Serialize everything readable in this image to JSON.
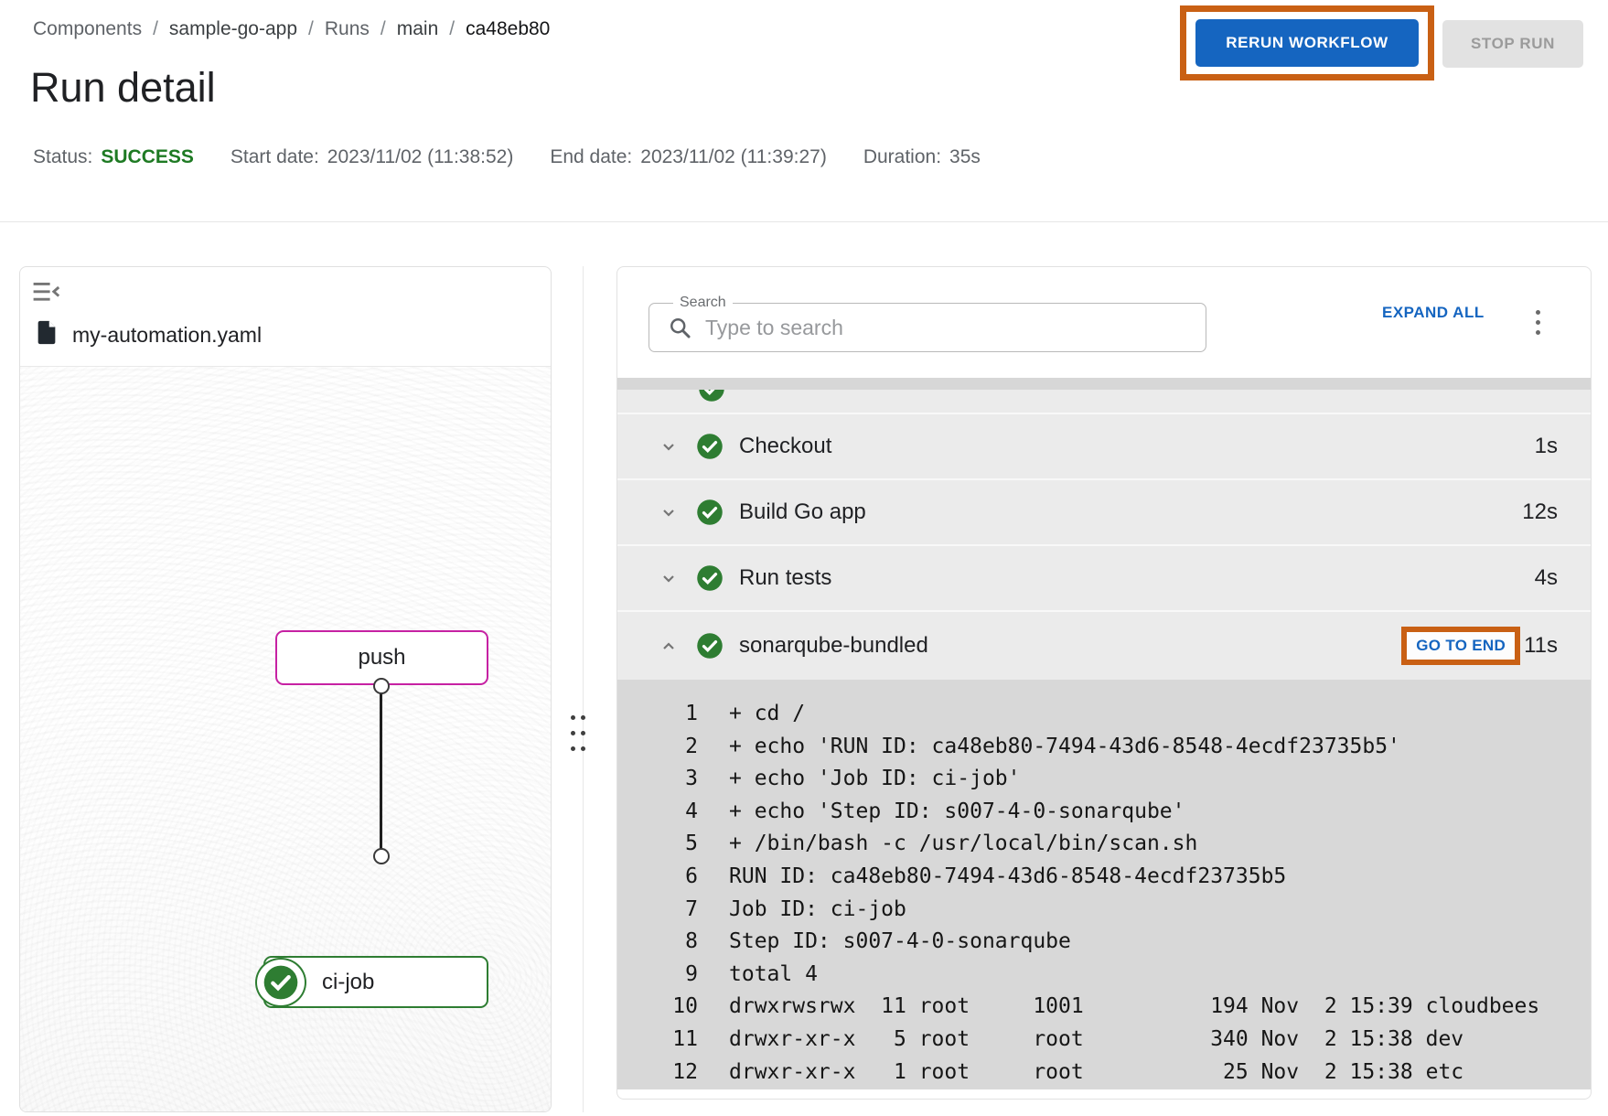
{
  "breadcrumb": {
    "separator": "/",
    "items": [
      "Components",
      "sample-go-app",
      "Runs",
      "main",
      "ca48eb80"
    ]
  },
  "header": {
    "title": "Run detail",
    "actions": {
      "rerun_label": "RERUN WORKFLOW",
      "stop_label": "STOP RUN"
    },
    "status": {
      "label": "Status:",
      "value": "SUCCESS",
      "start_label": "Start date:",
      "start_value": "2023/11/02 (11:38:52)",
      "end_label": "End date:",
      "end_value": "2023/11/02 (11:39:27)",
      "duration_label": "Duration:",
      "duration_value": "35s"
    }
  },
  "workflow_panel": {
    "file_name": "my-automation.yaml",
    "nodes": [
      {
        "id": "push",
        "label": "push",
        "type": "trigger"
      },
      {
        "id": "ci-job",
        "label": "ci-job",
        "type": "job",
        "status": "success"
      }
    ],
    "edges": [
      {
        "from": "push",
        "to": "ci-job"
      }
    ]
  },
  "steps_panel": {
    "search": {
      "label": "Search",
      "placeholder": "Type to search"
    },
    "expand_all_label": "EXPAND ALL",
    "steps": [
      {
        "name": "Checkout",
        "duration": "1s",
        "status": "success",
        "expanded": false
      },
      {
        "name": "Build Go app",
        "duration": "12s",
        "status": "success",
        "expanded": false
      },
      {
        "name": "Run tests",
        "duration": "4s",
        "status": "success",
        "expanded": false
      },
      {
        "name": "sonarqube-bundled",
        "duration": "11s",
        "status": "success",
        "expanded": true,
        "go_to_end_label": "GO TO END"
      }
    ],
    "log_lines": [
      {
        "num": "1",
        "text": "+ cd /"
      },
      {
        "num": "2",
        "text": "+ echo 'RUN ID: ca48eb80-7494-43d6-8548-4ecdf23735b5'"
      },
      {
        "num": "3",
        "text": "+ echo 'Job ID: ci-job'"
      },
      {
        "num": "4",
        "text": "+ echo 'Step ID: s007-4-0-sonarqube'"
      },
      {
        "num": "5",
        "text": "+ /bin/bash -c /usr/local/bin/scan.sh"
      },
      {
        "num": "6",
        "text": "RUN ID: ca48eb80-7494-43d6-8548-4ecdf23735b5"
      },
      {
        "num": "7",
        "text": "Job ID: ci-job"
      },
      {
        "num": "8",
        "text": "Step ID: s007-4-0-sonarqube"
      },
      {
        "num": "9",
        "text": "total 4"
      },
      {
        "num": "10",
        "text": "drwxrwsrwx  11 root     1001          194 Nov  2 15:39 cloudbees"
      },
      {
        "num": "11",
        "text": "drwxr-xr-x   5 root     root          340 Nov  2 15:38 dev"
      },
      {
        "num": "12",
        "text": "drwxr-xr-x   1 root     root           25 Nov  2 15:38 etc"
      }
    ]
  },
  "icons": {
    "collapse-panel-icon": "menu-with-left-chevron",
    "file-icon": "dark document with folded corner",
    "search-icon": "magnifier",
    "kebab-icon": "three vertical dots",
    "chevron-down-icon": "expand-more",
    "chevron-up-icon": "expand-less",
    "success-check-icon": "green circle with white check",
    "drag-handle-icon": "six dots",
    "connector-dot-icon": "small hollow circle"
  },
  "colors": {
    "primary_blue": "#1565c0",
    "success_green": "#2e7d32",
    "success_text_green": "#1e7a23",
    "annotation_orange": "#c96014",
    "trigger_magenta": "#c621a3",
    "row_gray": "#ebebeb",
    "log_gray": "#d8d8d8",
    "disabled_gray": "#e2e2e2"
  }
}
